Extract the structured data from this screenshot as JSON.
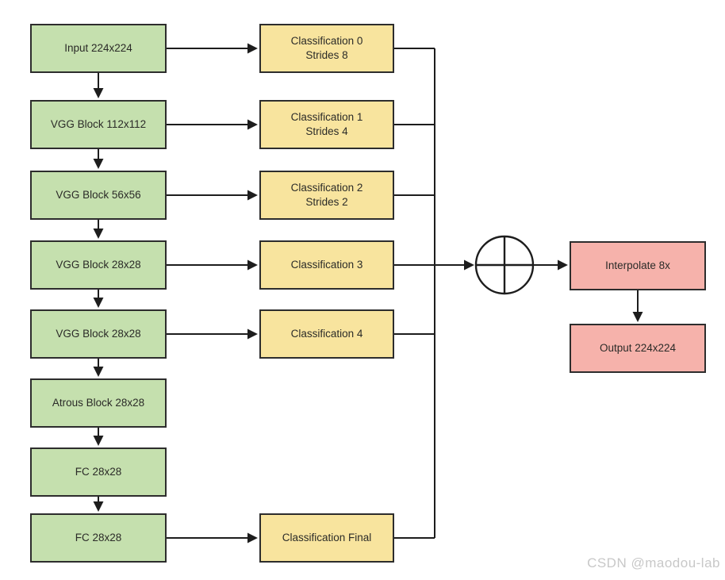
{
  "colors": {
    "green": "#c5e0ae",
    "yellow": "#f8e49e",
    "pink": "#f6b2ab",
    "border": "#2d2d2d",
    "line": "#1d1d1d",
    "text": "#2b2b28",
    "watermark": "#c8c8c8"
  },
  "diagram": {
    "backbone": [
      {
        "label": "Input 224x224"
      },
      {
        "label": "VGG Block 112x112"
      },
      {
        "label": "VGG Block 56x56"
      },
      {
        "label": "VGG Block 28x28"
      },
      {
        "label": "VGG Block 28x28"
      },
      {
        "label": "Atrous Block 28x28"
      },
      {
        "label": "FC 28x28"
      },
      {
        "label": "FC 28x28"
      }
    ],
    "classifiers": [
      {
        "label": "Classification 0\nStrides 8"
      },
      {
        "label": "Classification 1\nStrides 4"
      },
      {
        "label": "Classification 2\nStrides 2"
      },
      {
        "label": "Classification 3"
      },
      {
        "label": "Classification 4"
      },
      {
        "label": "Classification Final"
      }
    ],
    "sum_node": {
      "symbol": "circled-plus"
    },
    "head": [
      {
        "label": "Interpolate 8x"
      },
      {
        "label": "Output 224x224"
      }
    ],
    "watermark": "CSDN @maodou-lab"
  }
}
